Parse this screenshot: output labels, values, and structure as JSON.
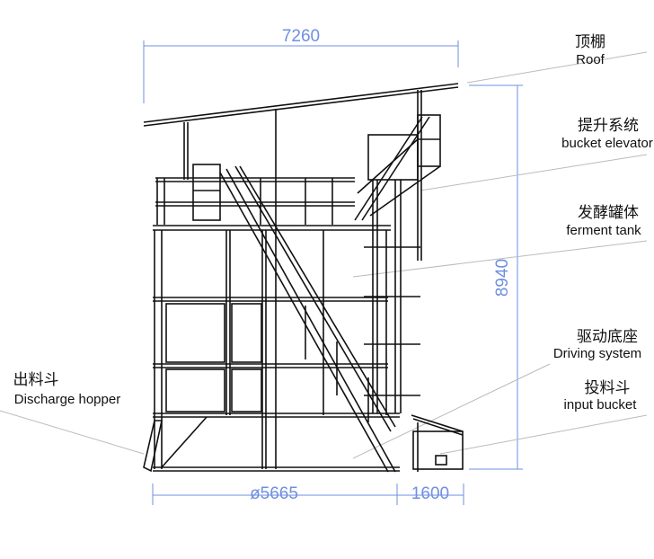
{
  "dimensions": {
    "width_total": "7260",
    "height_total": "8940",
    "tank_diameter": "ø5665",
    "bucket_width": "1600"
  },
  "labels": [
    {
      "zh": "顶棚",
      "en": "Roof"
    },
    {
      "zh": "提升系统",
      "en": "bucket elevator"
    },
    {
      "zh": "发酵罐体",
      "en": "ferment tank"
    },
    {
      "zh": "驱动底座",
      "en": "Driving system"
    },
    {
      "zh": "投料斗",
      "en": "input bucket"
    },
    {
      "zh": "出料斗",
      "en": "Discharge hopper"
    }
  ],
  "colors": {
    "dimension": "#6f8fe0",
    "drawing": "#111111",
    "leader": "#bbbbbb"
  }
}
